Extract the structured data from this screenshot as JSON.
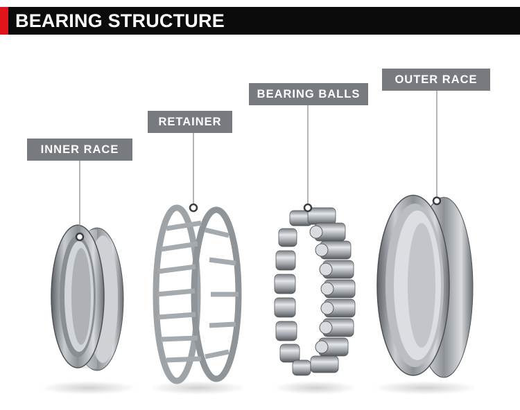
{
  "header": {
    "title": "BEARING STRUCTURE"
  },
  "labels": {
    "inner_race": "INNER RACE",
    "retainer": "RETAINER",
    "bearing_balls": "BEARING BALLS",
    "outer_race": "OUTER RACE"
  },
  "colors": {
    "accent": "#e0141b",
    "header_bg": "#0b0b0b",
    "label_bg": "#777b80",
    "metal": "#9ea3a8"
  }
}
